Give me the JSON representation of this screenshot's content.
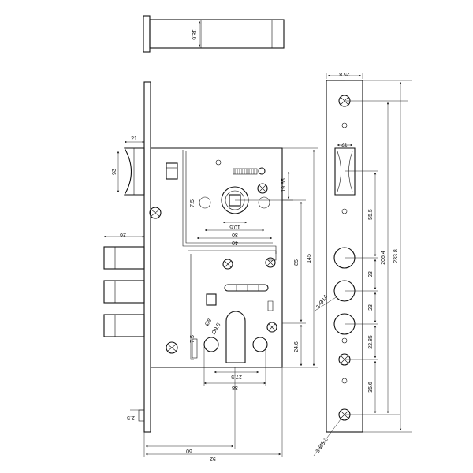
{
  "drawing": {
    "dims": {
      "latch_thickness": "18.6",
      "faceplate_width": "25.8",
      "strike_width": "12",
      "latch_offset": "21",
      "latch_height": "26",
      "bolt_throw": "26",
      "handle_pitch": "19.65",
      "hole_small": "7.5",
      "follower_inner": "10.5",
      "follower_w1": "30",
      "follower_w2": "40",
      "height_85": "85",
      "height_145": "145",
      "case_step": "24.6",
      "cyl_7": "7.5",
      "cyl_d1": "Ø8",
      "cyl_d2": "Ø9.5",
      "cyl_275": "27.5",
      "cyl_38": "38",
      "bottom_25": "2.5",
      "backset_60": "60",
      "case_92": "92",
      "fp_55": "55.5",
      "fp_2064": "206.4",
      "fp_2338": "233.8",
      "fp_23a": "23",
      "fp_23b": "23",
      "fp_2285": "22.85",
      "fp_356": "35.6",
      "bolt_dia": "3-Ø14",
      "screw_dia": "3-Ø5.2"
    }
  }
}
